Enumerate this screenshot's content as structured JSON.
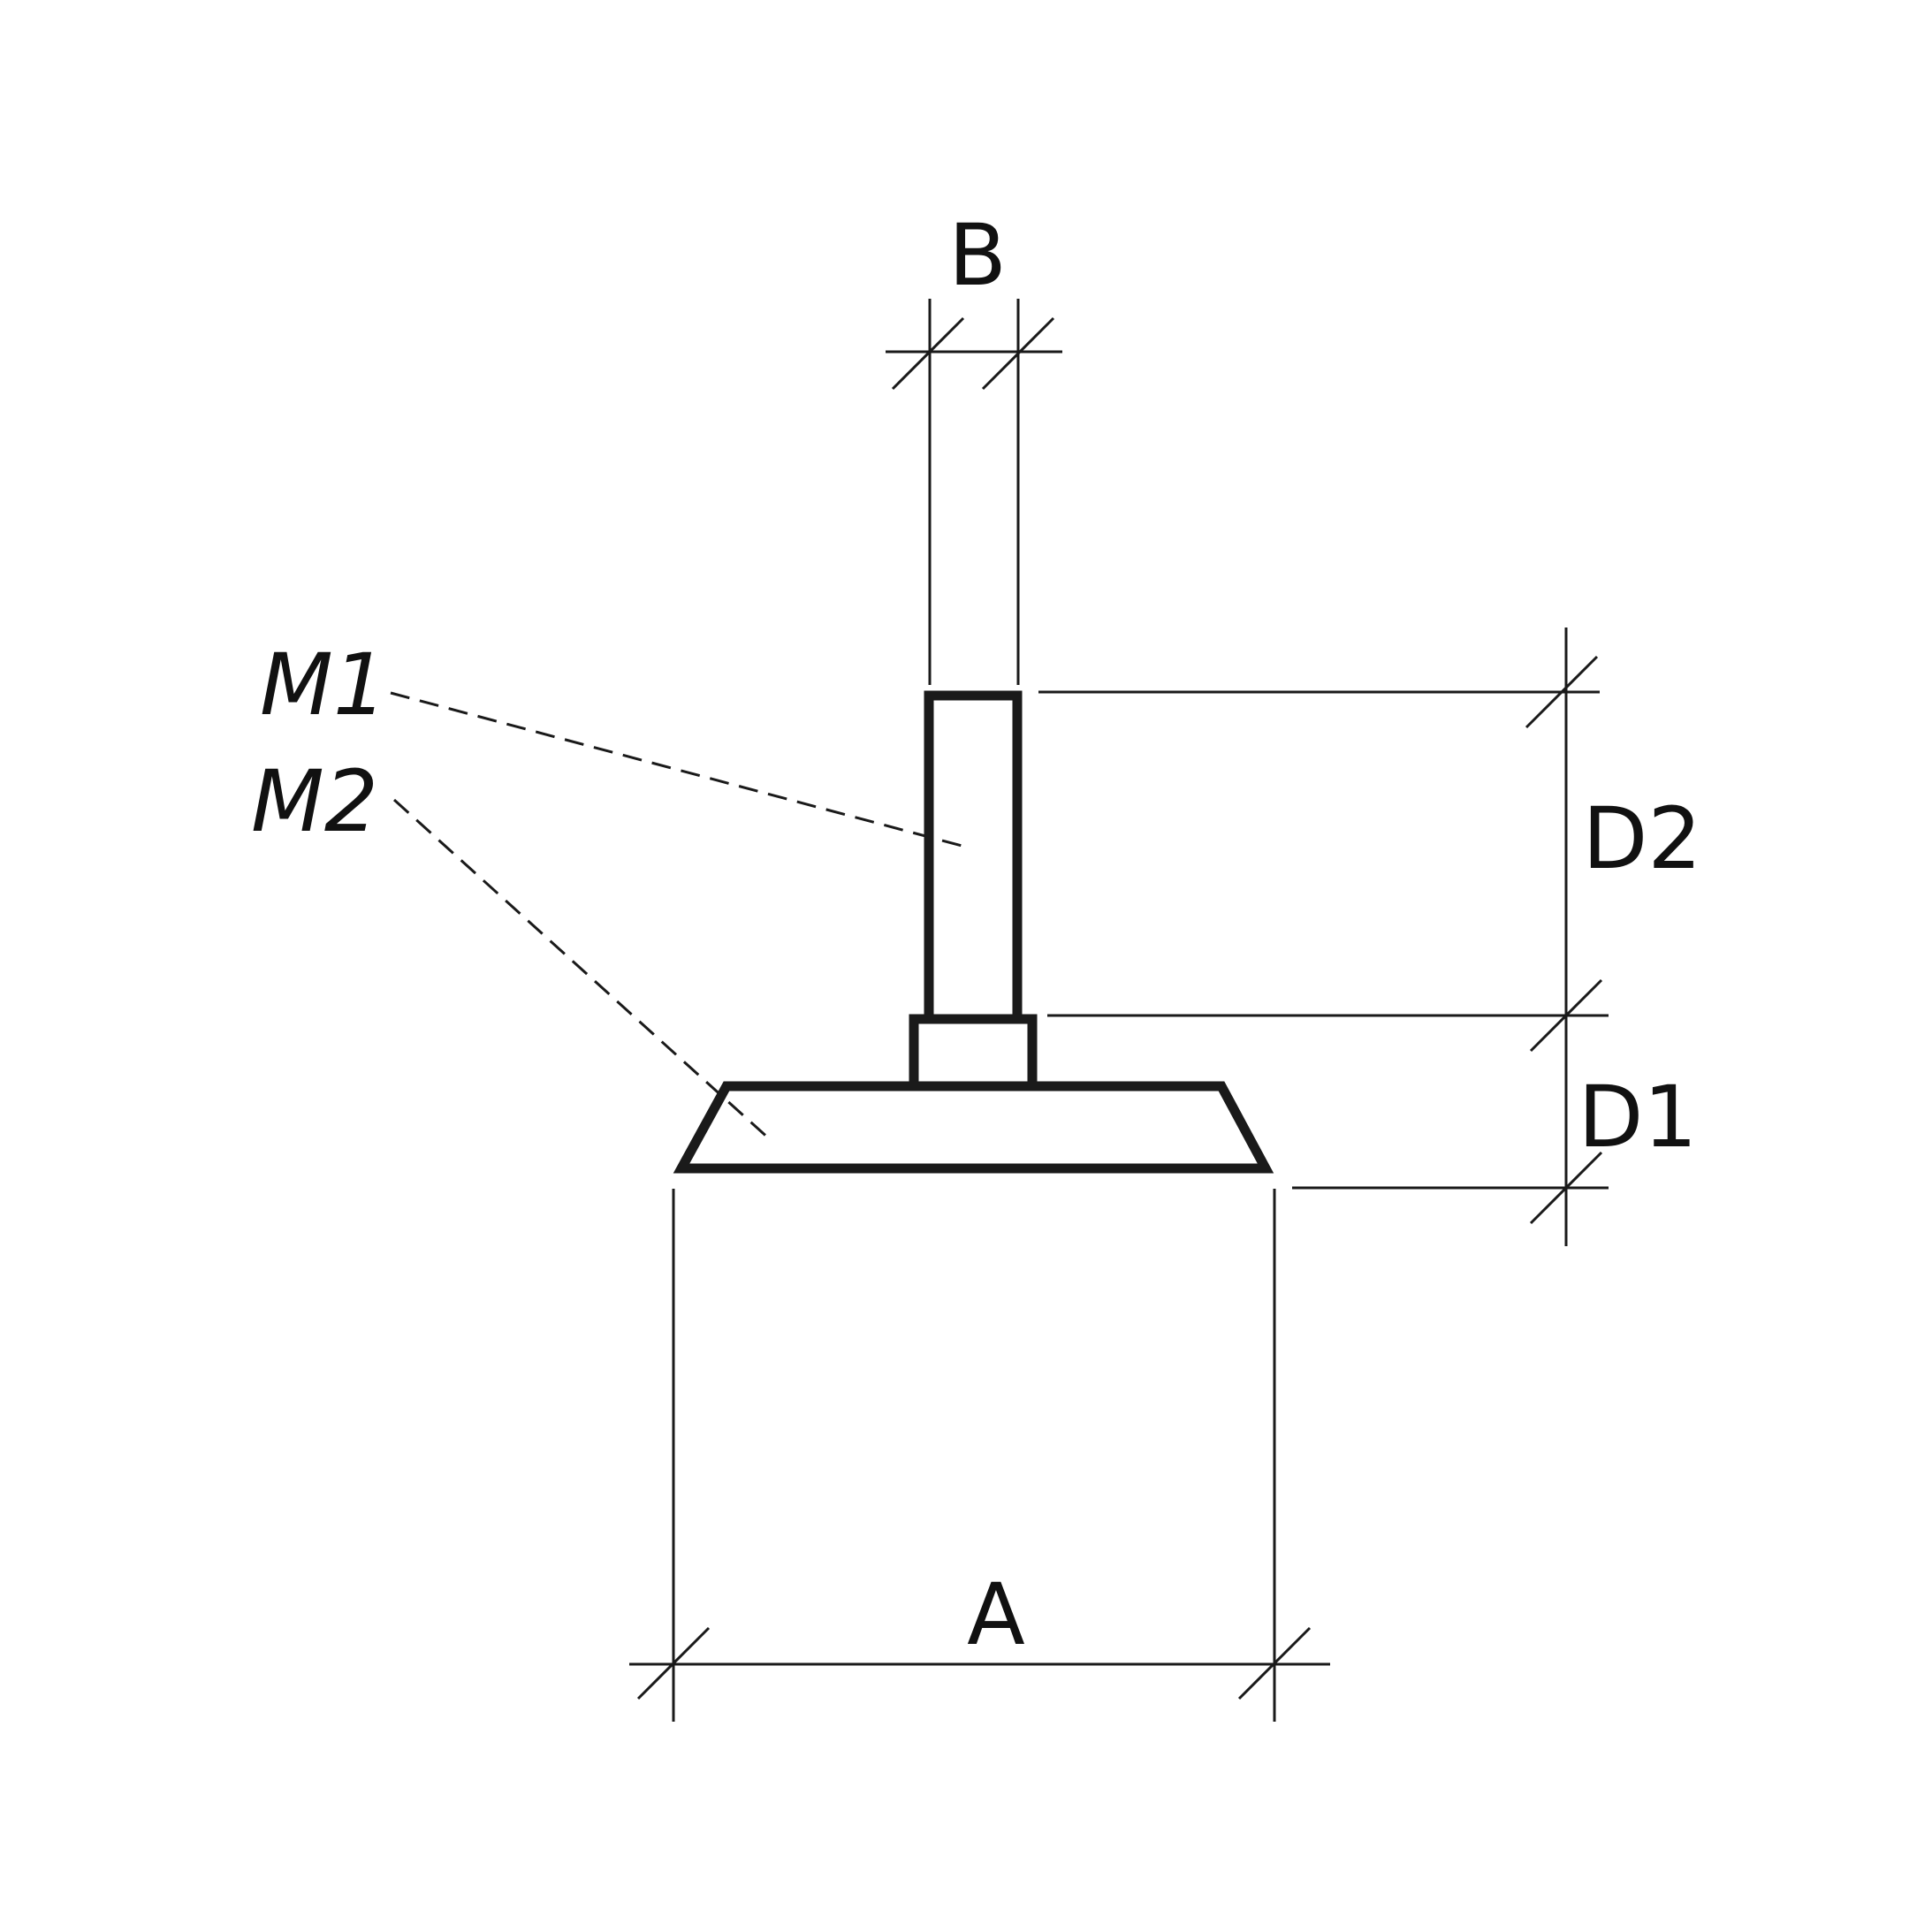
{
  "dimensions": {
    "a": "A",
    "b": "B",
    "d1": "D1",
    "d2": "D2"
  },
  "materials": {
    "m1": "M1",
    "m2": "M2"
  },
  "colors": {
    "line": "#1a1a1a",
    "background": "#ffffff"
  }
}
